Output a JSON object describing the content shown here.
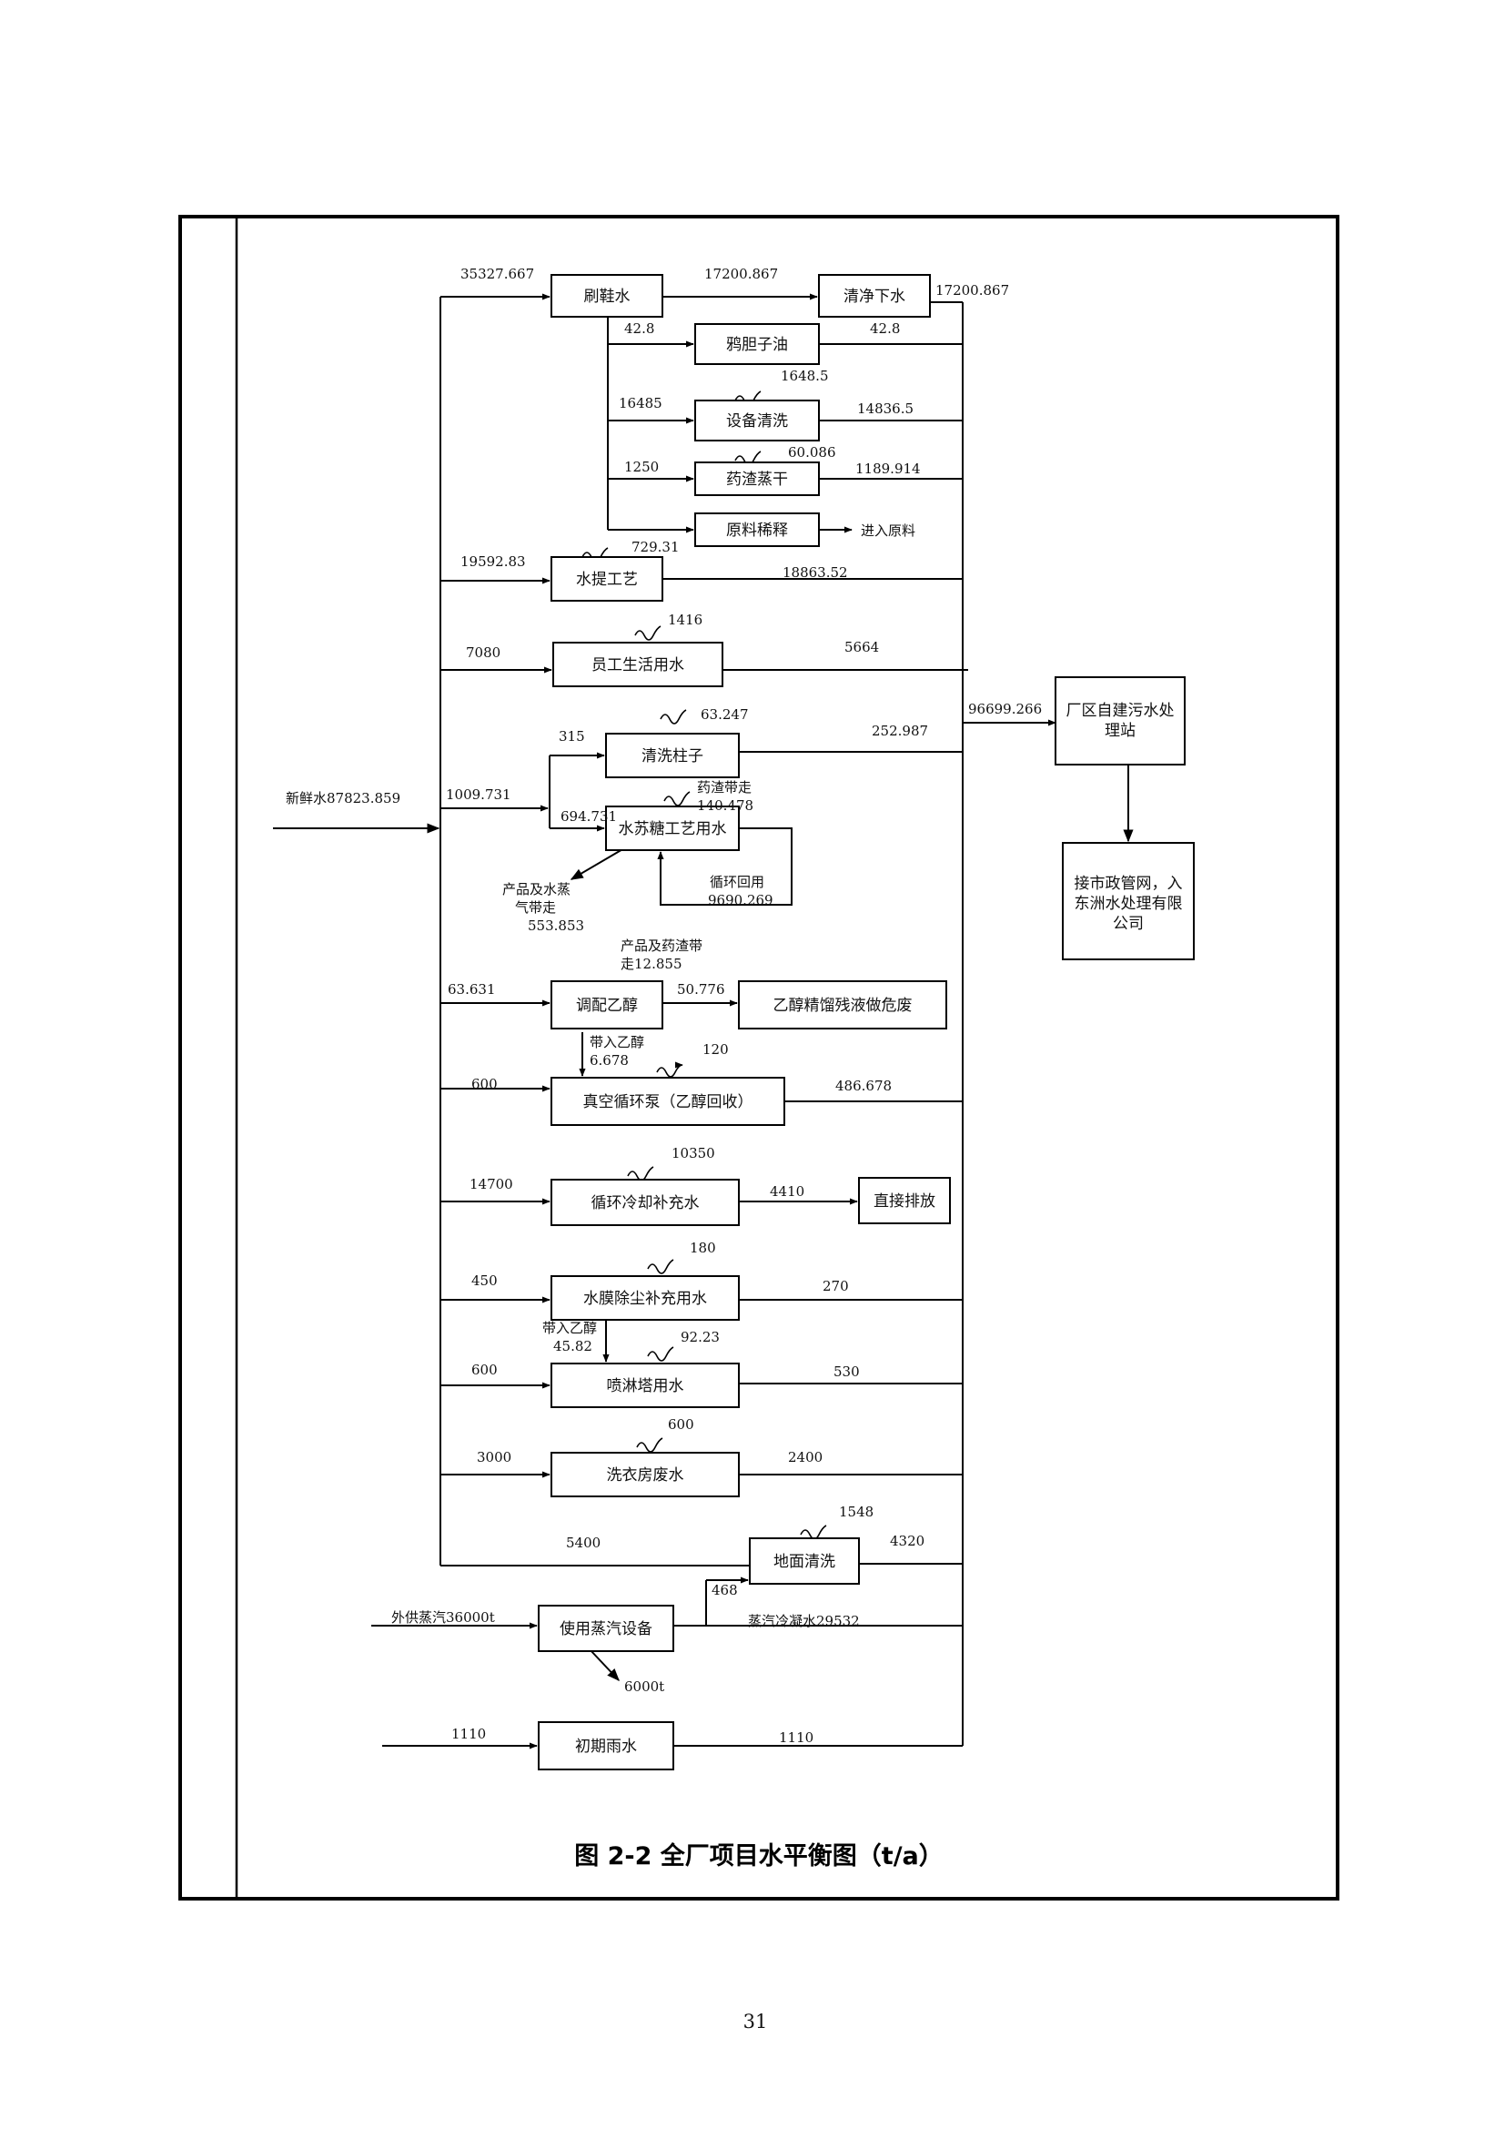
{
  "boxes": {
    "shuaxie": "刷鞋水",
    "qingjing": "清净下水",
    "yadan": "鸦胆子油",
    "shebei": "设备清洗",
    "yaozha": "药渣蒸干",
    "yuanliao": "原料稀释",
    "shuiti": "水提工艺",
    "yuangong": "员工生活用水",
    "qingxi_zhu": "清洗柱子",
    "shuisu": "水苏糖工艺用水",
    "tiaopei": "调配乙醇",
    "yichun_jingliu": "乙醇精馏残液做危废",
    "zhenkong": "真空循环泵（乙醇回收）",
    "xunhuan": "循环冷却补充水",
    "zhijie": "直接排放",
    "shuimo": "水膜除尘补充用水",
    "penlin": "喷淋塔用水",
    "xiyi": "洗衣房废水",
    "dimian": "地面清洗",
    "zhengqi_shebei": "使用蒸汽设备",
    "chuqi": "初期雨水",
    "wushui_1": "厂区自建污水处",
    "wushui_2": "理站",
    "shizheng_1": "接市政管网，入",
    "shizheng_2": "东洲水处理有限",
    "shizheng_3": "公司"
  },
  "labels": {
    "fresh_water": "新鲜水87823.859",
    "v35327": "35327.667",
    "v17200_a": "17200.867",
    "v17200_b": "17200.867",
    "v42_8_a": "42.8",
    "v42_8_b": "42.8",
    "v1648": "1648.5",
    "v16485": "16485",
    "v14836": "14836.5",
    "v60_086": "60.086",
    "v1250": "1250",
    "v1189": "1189.914",
    "into_raw": "进入原料",
    "v729": "729.31",
    "v19592": "19592.83",
    "v18863": "18863.52",
    "v1416": "1416",
    "v7080": "7080",
    "v5664": "5664",
    "v96699": "96699.266",
    "v63_247": "63.247",
    "v315": "315",
    "v252": "252.987",
    "yaozha_dai_1": "药渣带走",
    "yaozha_dai_2": "140.478",
    "v1009": "1009.731",
    "v694": "694.731",
    "chanpin_1": "产品及水蒸",
    "chanpin_2": "气带走",
    "chanpin_3": "553.853",
    "xunhuan_huiyong_1": "循环回用",
    "xunhuan_huiyong_2": "9690.269",
    "chanpin_yz_1": "产品及药渣带",
    "chanpin_yz_2": "走12.855",
    "v63_631": "63.631",
    "v50_776": "50.776",
    "dairu_yc_1": "带入乙醇",
    "dairu_yc_2": "6.678",
    "v120": "120",
    "v600_a": "600",
    "v486": "486.678",
    "v10350": "10350",
    "v14700": "14700",
    "v4410": "4410",
    "v180": "180",
    "v450": "450",
    "v270": "270",
    "dairu_yc2_1": "带入乙醇",
    "dairu_yc2_2": "45.82",
    "v92_23": "92.23",
    "v600_b": "600",
    "v530": "530",
    "v600_c": "600",
    "v3000": "3000",
    "v2400": "2400",
    "v1548": "1548",
    "v5400": "5400",
    "v4320": "4320",
    "v468": "468",
    "waigong": "外供蒸汽36000t",
    "lengning": "蒸汽冷凝水29532",
    "v6000t": "6000t",
    "v1110_a": "1110",
    "v1110_b": "1110"
  },
  "caption": "图 2-2    全厂项目水平衡图（t/a）",
  "page_number": "31"
}
